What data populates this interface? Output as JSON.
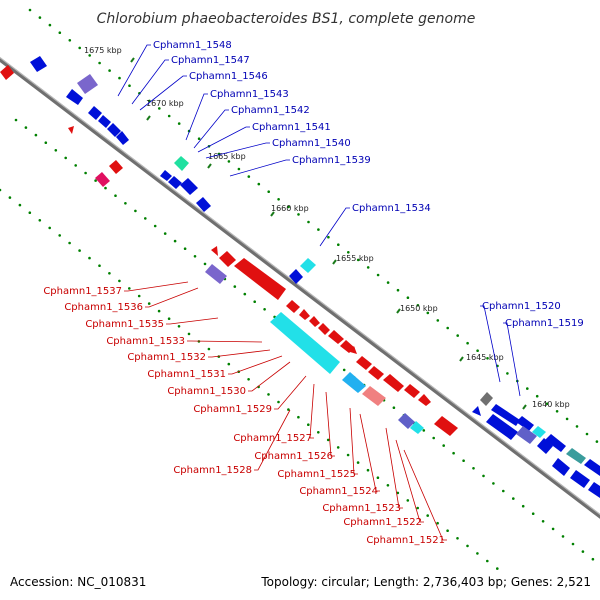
{
  "title": "Chlorobium phaeobacteroides BS1, complete genome",
  "footer": {
    "accession": "Accession: NC_010831",
    "summary": "Topology: circular; Length: 2,736,403 bp; Genes: 2,521"
  },
  "colors": {
    "backbone": "#808080",
    "forward_strand": "#ee0000",
    "reverse_strand": "#0000dd",
    "tick_dots": "#008000",
    "label_forward": "#c80000",
    "label_reverse": "#0000b4"
  },
  "scale_labels": [
    "1675 kbp",
    "1670 kbp",
    "1665 kbp",
    "1660 kbp",
    "1655 kbp",
    "1650 kbp",
    "1645 kbp",
    "1640 kbp"
  ],
  "reverse_gene_labels": [
    "Cphamn1_1548",
    "Cphamn1_1547",
    "Cphamn1_1546",
    "Cphamn1_1543",
    "Cphamn1_1542",
    "Cphamn1_1541",
    "Cphamn1_1540",
    "Cphamn1_1539",
    "Cphamn1_1534",
    "Cphamn1_1520",
    "Cphamn1_1519"
  ],
  "forward_gene_labels": [
    "Cphamn1_1537",
    "Cphamn1_1536",
    "Cphamn1_1535",
    "Cphamn1_1533",
    "Cphamn1_1532",
    "Cphamn1_1531",
    "Cphamn1_1530",
    "Cphamn1_1529",
    "Cphamn1_1527",
    "Cphamn1_1526",
    "Cphamn1_1528",
    "Cphamn1_1525",
    "Cphamn1_1524",
    "Cphamn1_1523",
    "Cphamn1_1522",
    "Cphamn1_1521"
  ]
}
